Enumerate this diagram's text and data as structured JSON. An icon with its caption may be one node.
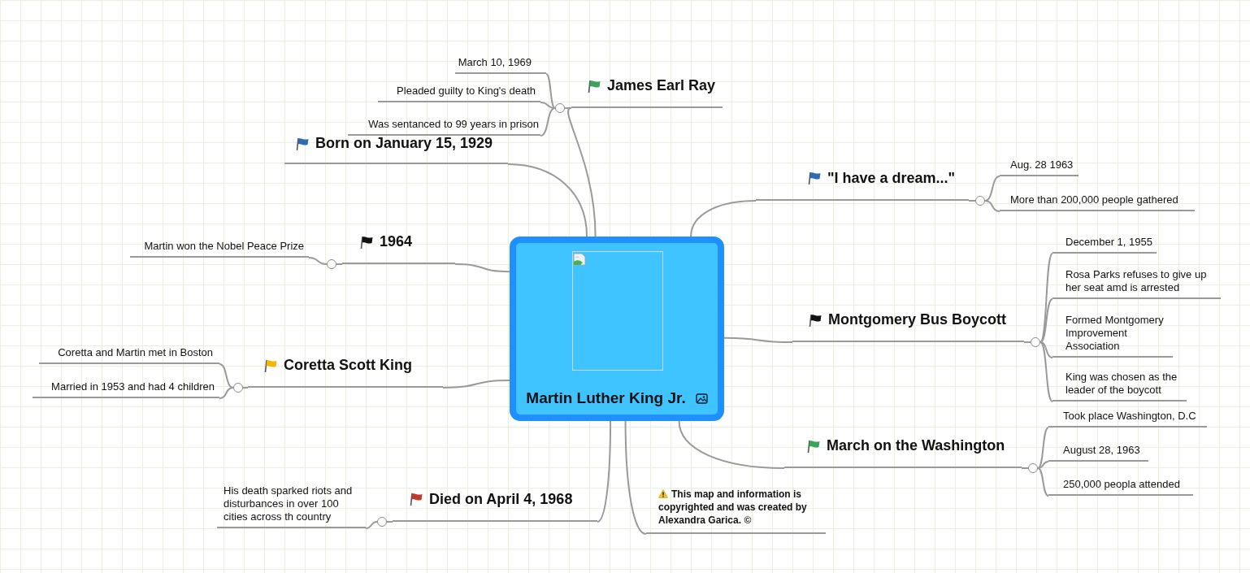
{
  "diagram": {
    "nodes": [
      {
        "text": [
          "Martin Luther King Jr."
        ]
      },
      {
        "text": [
          "James Earl Ray"
        ]
      },
      {
        "text": [],
        "shape": "circle"
      },
      {
        "text": [
          "March 10, 1969"
        ]
      },
      {
        "text": [
          "Pleaded guilty to King's death"
        ]
      },
      {
        "text": [
          "Was sentanced to 99 years in prison"
        ]
      },
      {
        "text": [
          "Born on January 15, 1929"
        ]
      },
      {
        "text": [
          "\"I have a dream...\""
        ]
      },
      {
        "text": [],
        "shape": "circle"
      },
      {
        "text": [
          "Aug. 28 1963"
        ]
      },
      {
        "text": [
          "More than 200,000 people gathered"
        ]
      },
      {
        "text": [
          "1964"
        ]
      },
      {
        "text": [],
        "shape": "circle"
      },
      {
        "text": [
          "Martin won the Nobel Peace Prize"
        ]
      },
      {
        "text": [
          "Montgomery Bus Boycott"
        ]
      },
      {
        "text": [],
        "shape": "circle"
      },
      {
        "text": [
          "December 1, 1955"
        ]
      },
      {
        "text": [
          "Rosa Parks refuses to give up her seat amd is arrested"
        ]
      },
      {
        "text": [
          "Formed Montgomery Improvement Association"
        ]
      },
      {
        "text": [
          "King was chosen as the leader of the boycott"
        ]
      },
      {
        "text": [
          "Coretta Scott King"
        ]
      },
      {
        "text": [],
        "shape": "circle"
      },
      {
        "text": [
          "Coretta and Martin met in Boston"
        ]
      },
      {
        "text": [
          "Married in 1953 and had 4 children"
        ]
      },
      {
        "text": [
          "March on the Washington"
        ]
      },
      {
        "text": [],
        "shape": "circle"
      },
      {
        "text": [
          "Took place Washington, D.C"
        ]
      },
      {
        "text": [
          "August 28, 1963"
        ]
      },
      {
        "text": [
          "250,000 peopla attended"
        ]
      },
      {
        "text": [
          "Died on April 4, 1968"
        ]
      },
      {
        "text": [],
        "shape": "circle"
      },
      {
        "text": [
          "His death sparked riots and disturbances in over 100 cities across th country"
        ]
      },
      {
        "text": [
          "This map and information is copyrighted and was created by Alexandra Garica. ©"
        ]
      }
    ],
    "edges": [
      {
        "from": 0,
        "to": 1,
        "arrow": "none"
      },
      {
        "from": 1,
        "to": 2,
        "arrow": "none"
      },
      {
        "from": 2,
        "to": 3,
        "arrow": "none"
      },
      {
        "from": 2,
        "to": 4,
        "arrow": "none"
      },
      {
        "from": 2,
        "to": 5,
        "arrow": "none"
      },
      {
        "from": 0,
        "to": 6,
        "arrow": "none"
      },
      {
        "from": 0,
        "to": 7,
        "arrow": "none"
      },
      {
        "from": 7,
        "to": 8,
        "arrow": "none"
      },
      {
        "from": 8,
        "to": 9,
        "arrow": "none"
      },
      {
        "from": 8,
        "to": 10,
        "arrow": "none"
      },
      {
        "from": 0,
        "to": 11,
        "arrow": "none"
      },
      {
        "from": 11,
        "to": 12,
        "arrow": "none"
      },
      {
        "from": 12,
        "to": 13,
        "arrow": "none"
      },
      {
        "from": 0,
        "to": 14,
        "arrow": "none"
      },
      {
        "from": 14,
        "to": 15,
        "arrow": "none"
      },
      {
        "from": 15,
        "to": 16,
        "arrow": "none"
      },
      {
        "from": 15,
        "to": 17,
        "arrow": "none"
      },
      {
        "from": 15,
        "to": 18,
        "arrow": "none"
      },
      {
        "from": 15,
        "to": 19,
        "arrow": "none"
      },
      {
        "from": 0,
        "to": 20,
        "arrow": "none"
      },
      {
        "from": 20,
        "to": 21,
        "arrow": "none"
      },
      {
        "from": 21,
        "to": 22,
        "arrow": "none"
      },
      {
        "from": 21,
        "to": 23,
        "arrow": "none"
      },
      {
        "from": 0,
        "to": 24,
        "arrow": "none"
      },
      {
        "from": 24,
        "to": 25,
        "arrow": "none"
      },
      {
        "from": 25,
        "to": 26,
        "arrow": "none"
      },
      {
        "from": 25,
        "to": 27,
        "arrow": "none"
      },
      {
        "from": 25,
        "to": 28,
        "arrow": "none"
      },
      {
        "from": 0,
        "to": 29,
        "arrow": "none"
      },
      {
        "from": 29,
        "to": 30,
        "arrow": "none"
      },
      {
        "from": 30,
        "to": 31,
        "arrow": "none"
      },
      {
        "from": 0,
        "to": 32,
        "arrow": "none"
      }
    ]
  }
}
